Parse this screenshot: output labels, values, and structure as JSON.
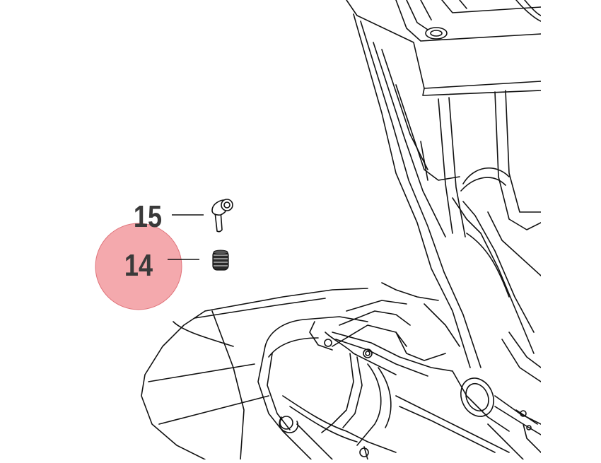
{
  "diagram": {
    "callouts": [
      {
        "id": "15",
        "label": "15",
        "highlighted": false
      },
      {
        "id": "14",
        "label": "14",
        "highlighted": true
      }
    ],
    "colors": {
      "line": "#111111",
      "label": "#3a3a3a",
      "highlight_fill": "#f29a9f",
      "highlight_stroke": "#e0747b"
    }
  }
}
